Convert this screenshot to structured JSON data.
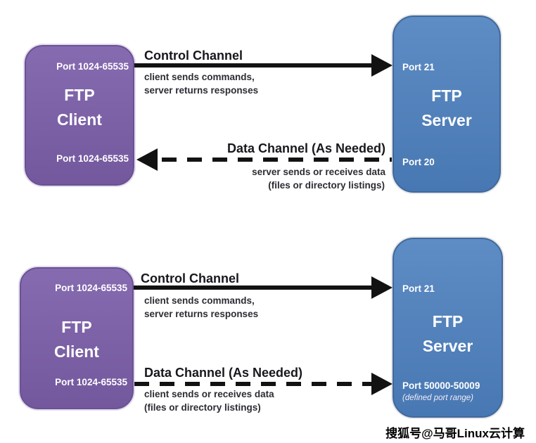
{
  "colors": {
    "client_fill": "#7b5fa5",
    "client_border": "#6a5293",
    "server_fill": "#4f81bd",
    "server_border": "#41699c",
    "arrow": "#121212"
  },
  "watermark": "搜狐号@马哥Linux云计算",
  "diagrams": [
    {
      "client": {
        "name_line1": "FTP",
        "name_line2": "Client",
        "port_top": "Port 1024-65535",
        "port_bottom": "Port 1024-65535"
      },
      "server": {
        "name_line1": "FTP",
        "name_line2": "Server",
        "port_top": "Port 21",
        "port_bottom": "Port 20"
      },
      "control_channel": {
        "label": "Control Channel",
        "caption_line1": "client sends commands,",
        "caption_line2": "server returns responses"
      },
      "data_channel": {
        "label": "Data Channel (As Needed)",
        "caption_line1": "server sends or receives data",
        "caption_line2": "(files or directory listings)"
      }
    },
    {
      "client": {
        "name_line1": "FTP",
        "name_line2": "Client",
        "port_top": "Port 1024-65535",
        "port_bottom": "Port 1024-65535"
      },
      "server": {
        "name_line1": "FTP",
        "name_line2": "Server",
        "port_top": "Port 21",
        "port_bottom": "Port 50000-50009",
        "port_bottom_note": "(defined port range)"
      },
      "control_channel": {
        "label": "Control Channel",
        "caption_line1": "client sends commands,",
        "caption_line2": "server returns responses"
      },
      "data_channel": {
        "label": "Data Channel (As Needed)",
        "caption_line1": "client sends or receives data",
        "caption_line2": "(files or directory listings)"
      }
    }
  ]
}
